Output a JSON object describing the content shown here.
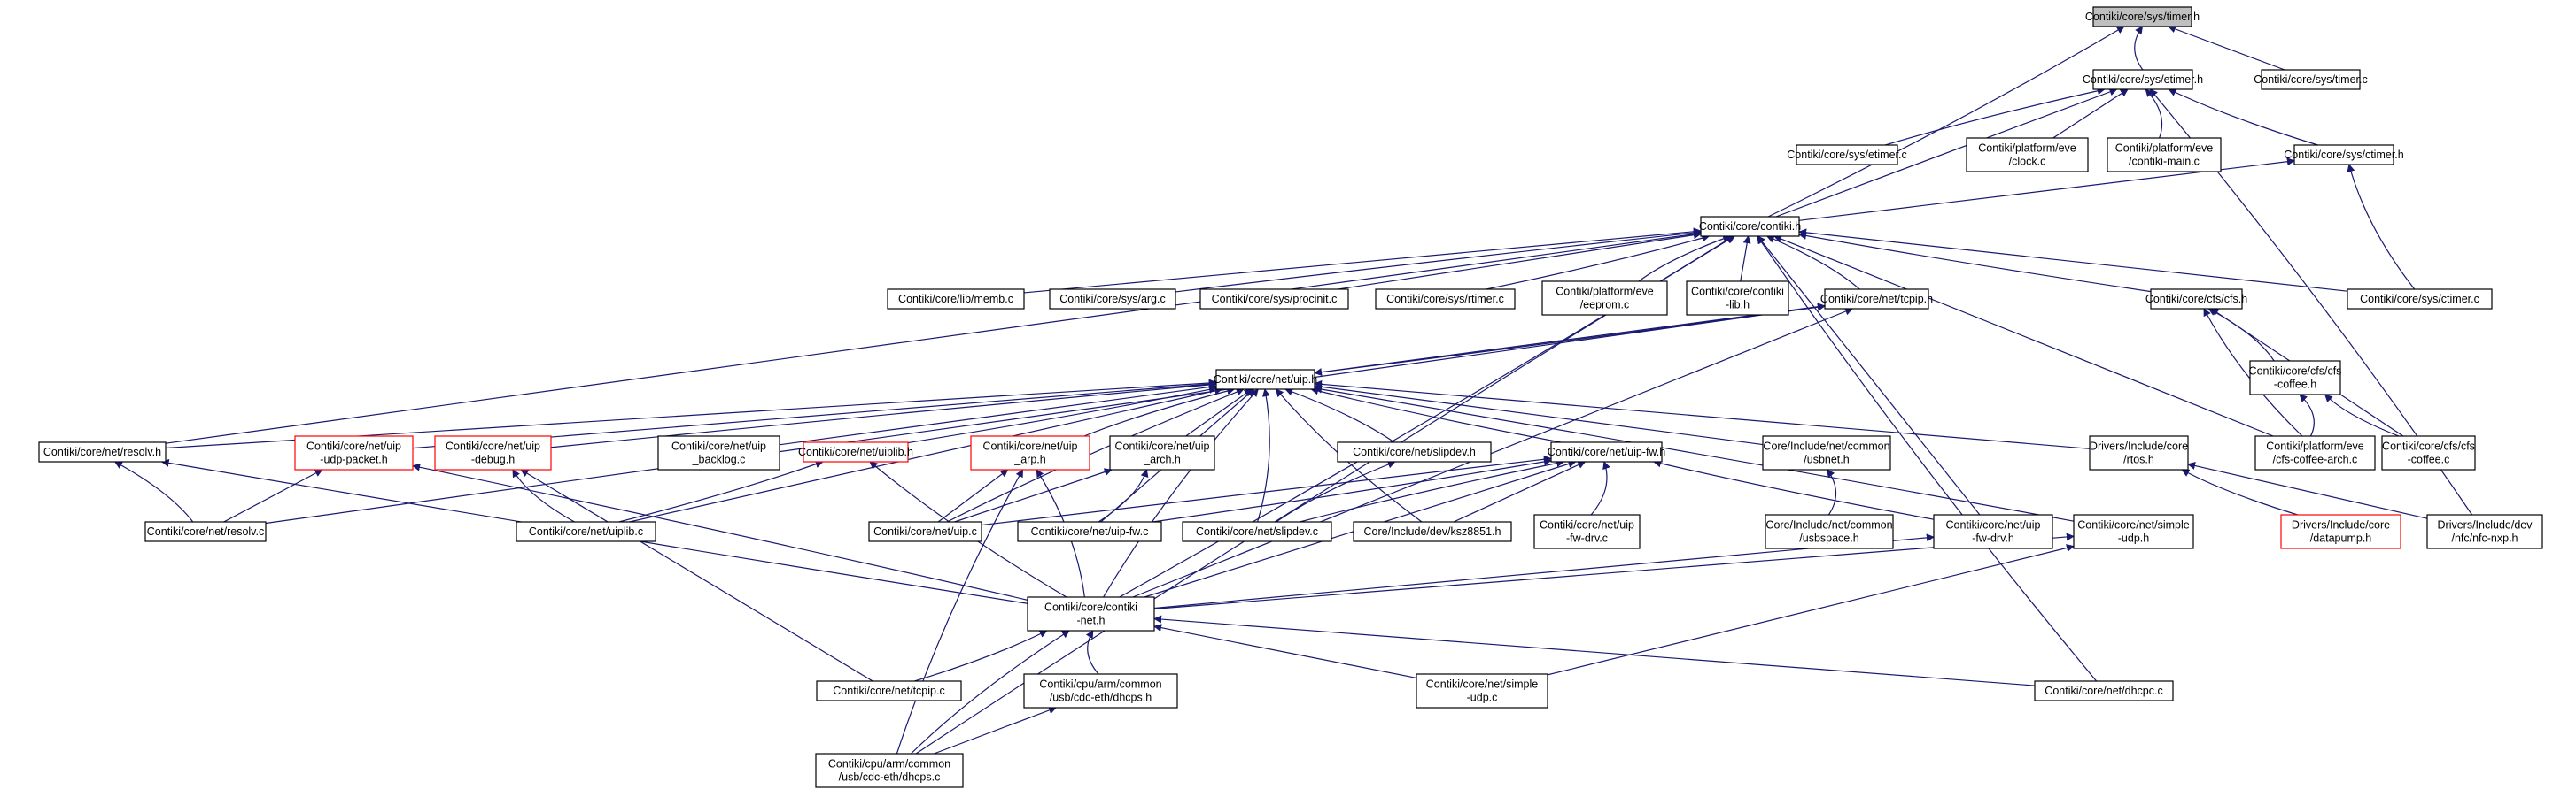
{
  "graph": {
    "title": "Contiki/core/sys/timer.h",
    "colors": {
      "edge": "#191970",
      "node_border": "#000000",
      "node_border_incomplete": "#ff0000",
      "root_fill": "#bfbfbf"
    },
    "nodes": [
      {
        "id": "timer_h",
        "lines": [
          "Contiki/core/sys/timer.h"
        ],
        "style": "root"
      },
      {
        "id": "etimer_h",
        "lines": [
          "Contiki/core/sys/etimer.h"
        ]
      },
      {
        "id": "timer_c",
        "lines": [
          "Contiki/core/sys/timer.c"
        ]
      },
      {
        "id": "etimer_c",
        "lines": [
          "Contiki/core/sys/etimer.c"
        ]
      },
      {
        "id": "eve_clock",
        "lines": [
          "Contiki/platform/eve",
          "/clock.c"
        ]
      },
      {
        "id": "eve_main",
        "lines": [
          "Contiki/platform/eve",
          "/contiki-main.c"
        ]
      },
      {
        "id": "ctimer_h",
        "lines": [
          "Contiki/core/sys/ctimer.h"
        ]
      },
      {
        "id": "contiki_h",
        "lines": [
          "Contiki/core/contiki.h"
        ]
      },
      {
        "id": "memb_c",
        "lines": [
          "Contiki/core/lib/memb.c"
        ]
      },
      {
        "id": "arg_c",
        "lines": [
          "Contiki/core/sys/arg.c"
        ]
      },
      {
        "id": "procinit_c",
        "lines": [
          "Contiki/core/sys/procinit.c"
        ]
      },
      {
        "id": "rtimer_c",
        "lines": [
          "Contiki/core/sys/rtimer.c"
        ]
      },
      {
        "id": "eeprom_c",
        "lines": [
          "Contiki/platform/eve",
          "/eeprom.c"
        ]
      },
      {
        "id": "contiki_lib",
        "lines": [
          "Contiki/core/contiki",
          "-lib.h"
        ]
      },
      {
        "id": "tcpip_h",
        "lines": [
          "Contiki/core/net/tcpip.h"
        ]
      },
      {
        "id": "cfs_h",
        "lines": [
          "Contiki/core/cfs/cfs.h"
        ]
      },
      {
        "id": "ctimer_c",
        "lines": [
          "Contiki/core/sys/ctimer.c"
        ]
      },
      {
        "id": "uip_h",
        "lines": [
          "Contiki/core/net/uip.h"
        ]
      },
      {
        "id": "cfs_coffee_h",
        "lines": [
          "Contiki/core/cfs/cfs",
          "-coffee.h"
        ]
      },
      {
        "id": "resolv_h",
        "lines": [
          "Contiki/core/net/resolv.h"
        ]
      },
      {
        "id": "uip_udp_packet",
        "lines": [
          "Contiki/core/net/uip",
          "-udp-packet.h"
        ],
        "style": "red"
      },
      {
        "id": "uip_debug",
        "lines": [
          "Contiki/core/net/uip",
          "-debug.h"
        ],
        "style": "red"
      },
      {
        "id": "uip_backlog",
        "lines": [
          "Contiki/core/net/uip",
          "_backlog.c"
        ]
      },
      {
        "id": "uiplib_h",
        "lines": [
          "Contiki/core/net/uiplib.h"
        ],
        "style": "red"
      },
      {
        "id": "uip_arp",
        "lines": [
          "Contiki/core/net/uip",
          "_arp.h"
        ],
        "style": "red"
      },
      {
        "id": "uip_arch",
        "lines": [
          "Contiki/core/net/uip",
          "_arch.h"
        ]
      },
      {
        "id": "slipdev_h",
        "lines": [
          "Contiki/core/net/slipdev.h"
        ]
      },
      {
        "id": "uip_fw_h",
        "lines": [
          "Contiki/core/net/uip-fw.h"
        ]
      },
      {
        "id": "usbnet_h",
        "lines": [
          "Core/Include/net/common",
          "/usbnet.h"
        ]
      },
      {
        "id": "rtos_h",
        "lines": [
          "Drivers/Include/core",
          "/rtos.h"
        ]
      },
      {
        "id": "eve_coffee_arch",
        "lines": [
          "Contiki/platform/eve",
          "/cfs-coffee-arch.c"
        ]
      },
      {
        "id": "cfs_coffee_c",
        "lines": [
          "Contiki/core/cfs/cfs",
          "-coffee.c"
        ]
      },
      {
        "id": "resolv_c",
        "lines": [
          "Contiki/core/net/resolv.c"
        ]
      },
      {
        "id": "uiplib_c",
        "lines": [
          "Contiki/core/net/uiplib.c"
        ]
      },
      {
        "id": "uip_c",
        "lines": [
          "Contiki/core/net/uip.c"
        ]
      },
      {
        "id": "uip_fw_c",
        "lines": [
          "Contiki/core/net/uip-fw.c"
        ]
      },
      {
        "id": "slipdev_c",
        "lines": [
          "Contiki/core/net/slipdev.c"
        ]
      },
      {
        "id": "ksz8851",
        "lines": [
          "Core/Include/dev/ksz8851.h"
        ]
      },
      {
        "id": "uip_fw_drv_c",
        "lines": [
          "Contiki/core/net/uip",
          "-fw-drv.c"
        ]
      },
      {
        "id": "usbspace",
        "lines": [
          "Core/Include/net/common",
          "/usbspace.h"
        ]
      },
      {
        "id": "uip_fw_drv_h",
        "lines": [
          "Contiki/core/net/uip",
          "-fw-drv.h"
        ]
      },
      {
        "id": "simple_udp_h",
        "lines": [
          "Contiki/core/net/simple",
          "-udp.h"
        ]
      },
      {
        "id": "datapump",
        "lines": [
          "Drivers/Include/core",
          "/datapump.h"
        ],
        "style": "red"
      },
      {
        "id": "nfc_nxp",
        "lines": [
          "Drivers/Include/dev",
          "/nfc/nfc-nxp.h"
        ]
      },
      {
        "id": "contiki_net",
        "lines": [
          "Contiki/core/contiki",
          "-net.h"
        ]
      },
      {
        "id": "tcpip_c",
        "lines": [
          "Contiki/core/net/tcpip.c"
        ]
      },
      {
        "id": "dhcps_h",
        "lines": [
          "Contiki/cpu/arm/common",
          "/usb/cdc-eth/dhcps.h"
        ]
      },
      {
        "id": "simple_udp_c",
        "lines": [
          "Contiki/core/net/simple",
          "-udp.c"
        ]
      },
      {
        "id": "dhcpc_c",
        "lines": [
          "Contiki/core/net/dhcpc.c"
        ]
      },
      {
        "id": "dhcps_c",
        "lines": [
          "Contiki/cpu/arm/common",
          "/usb/cdc-eth/dhcps.c"
        ]
      }
    ]
  }
}
